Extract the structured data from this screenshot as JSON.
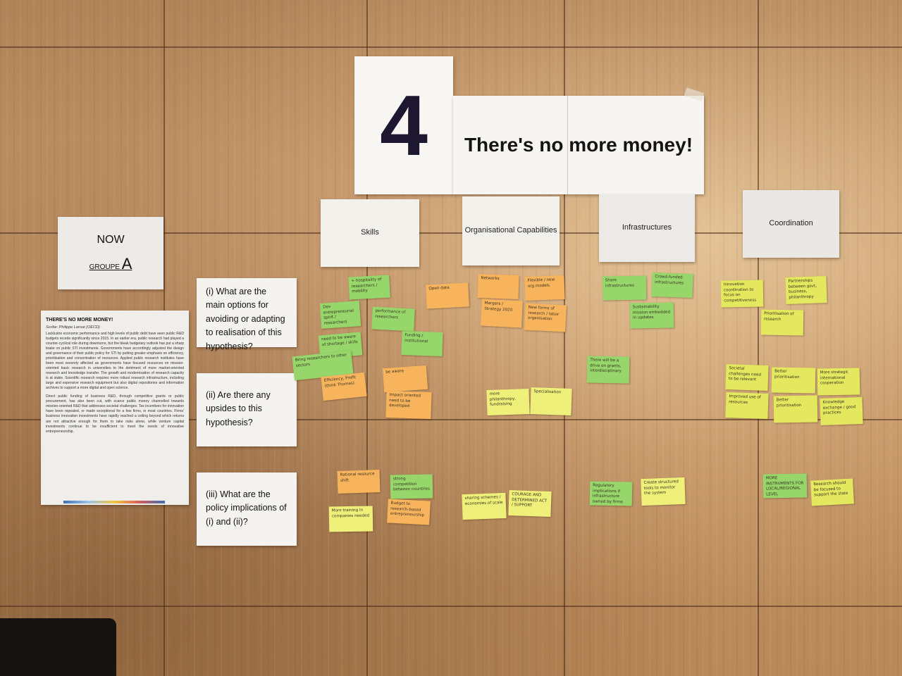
{
  "title_number": "4",
  "title_text": "There's no more money!",
  "columns": [
    "Skills",
    "Organisational Capabilities",
    "Infrastructures",
    "Coordination"
  ],
  "now": {
    "label": "NOW",
    "groupe_label": "GROUPE",
    "groupe_letter": "A"
  },
  "questions": [
    "(i) What are the main options for avoiding or adapting to realisation of this hypothesis?",
    "(ii) Are there any upsides to this hypothesis?",
    "(iii) What are the policy implications of (i) and (ii)?"
  ],
  "document": {
    "title": "THERE'S NO MORE MONEY!",
    "scribe": "Scribe: Philippe Larrue (OECD)",
    "para1": "Lacklustre economic performance and high levels of public debt have seen public R&D budgets recede significantly since 2015. In an earlier era, public research had played a counter-cyclical role during downturns, but the bleak budgetary outlook has put a sharp brake on public STI investments. Governments have accordingly adjusted the design and governance of their public policy for STI by putting greater emphasis on efficiency, prioritisation and concentration of resources. Applied public research institutes have been most severely affected as governments have focused resources on mission-oriented basic research in universities to the detriment of more market-oriented research and knowledge transfer. The growth and modernisation of research capacity is at stake. Scientific research requires more robust research infrastructure, including large and expensive research equipment but also digital repositories and information archives to support a more digital and open science.",
    "para2": "Direct public funding of business R&D, through competitive grants or public procurement, has also been cut, with scarce public money channelled towards mission-oriented R&D that addresses societal challenges. Tax incentives for innovation have been repealed, or made exceptional for a few firms, in most countries. Firms' business innovation investments have rapidly reached a ceiling beyond which returns are not attractive enough for them to take risks alone, while venture capital investments continue to be insufficient to meet the needs of innovative entrepreneurship."
  },
  "notes": {
    "n1": "+ hospitality of researchers / mobility",
    "n2": "Dev entrepreneurial spirit / researchers",
    "n3": "performance of researchers",
    "n4": "Funding / institutional",
    "n5": "need to be aware of shortage / skills",
    "n6": "Bring researchers to other sectors",
    "n7": "Efficiency, Profit (think Thomas)",
    "n8": "be aware",
    "n9": "Impact oriented need to be developed",
    "n10": "Open data",
    "n11": "Networks",
    "n12": "Mergers / Strategy 2020",
    "n13": "Flexible / new org models",
    "n14": "New forms of research / labor organisation",
    "n15": "more philanthropy, fundraising",
    "n16": "Specialisation",
    "n17": "Share infrastructures",
    "n18": "Crowd-funded infrastructures",
    "n19": "Sustainability mission embedded in updates",
    "n20": "There will be a drive on grants, interdisciplinary",
    "n21": "Innovation coordination to focus on competitiveness",
    "n22": "Partnerships between govt, business, philanthropy",
    "n23": "Prioritisation of research",
    "n24": "Societal challenges need to be relevant",
    "n25": "Improved use of resources",
    "n26": "Better prioritisation",
    "n27": "More strategic international cooperation",
    "n28": "Knowledge exchange / good practices",
    "n29": "Rational resource shift",
    "n30": "strong competition between countries",
    "n31": "More training in companies needed",
    "n32": "Budget to research-based entrepreneurship",
    "n33": "sharing schemes / economies of scale",
    "n34": "COURAGE AND DETERMINED ACT / SUPPORT",
    "n35": "Regulatory implications if infrastructure owned by firms",
    "n36": "Create structured tools to monitor the system",
    "n37": "MORE INSTRUMENTS FOR LOCAL/REGIONAL LEVEL",
    "n38": "Research should be focused to support the state"
  }
}
